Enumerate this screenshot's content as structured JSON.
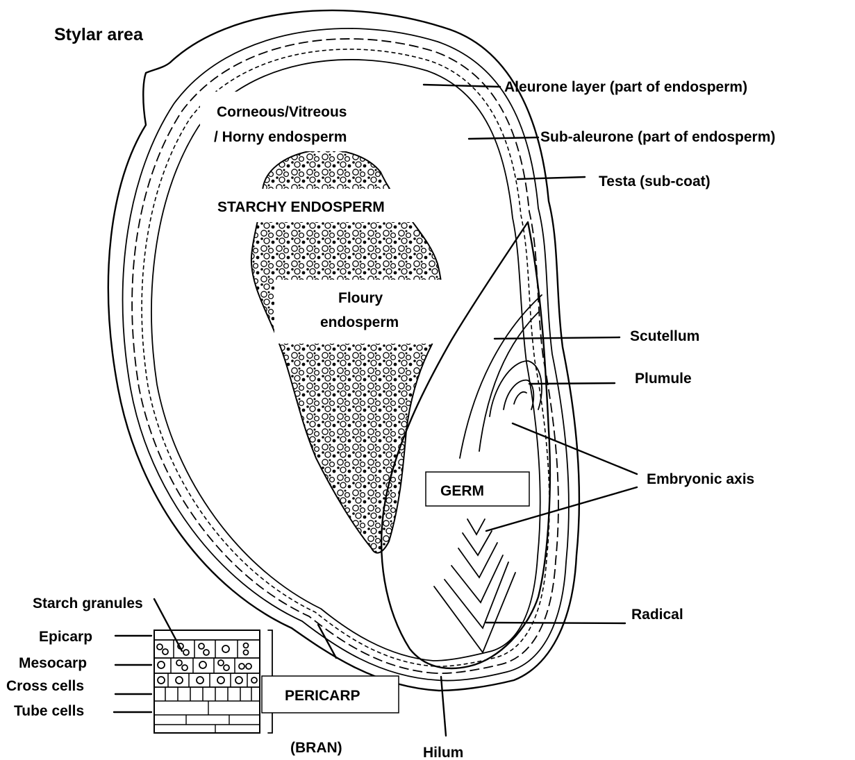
{
  "title": "Stylar area",
  "labels": {
    "aleurone": "Aleurone layer (part of endosperm)",
    "sub_aleurone": "Sub-aleurone  (part of endosperm)",
    "testa": "Testa (sub-coat)",
    "corneous_line1": "Corneous/Vitreous",
    "corneous_line2": "/ Horny endosperm",
    "starchy": "STARCHY ENDOSPERM",
    "floury_line1": "Floury",
    "floury_line2": "endosperm",
    "scutellum": "Scutellum",
    "plumule": "Plumule",
    "embryonic_axis": "Embryonic axis",
    "germ": "GERM",
    "radical": "Radical",
    "starch_granules": "Starch granules",
    "epicarp": "Epicarp",
    "mesocarp": "Mesocarp",
    "cross_cells": "Cross cells",
    "tube_cells": "Tube cells",
    "pericarp": "PERICARP",
    "bran": "(BRAN)",
    "hilum": "Hilum"
  }
}
